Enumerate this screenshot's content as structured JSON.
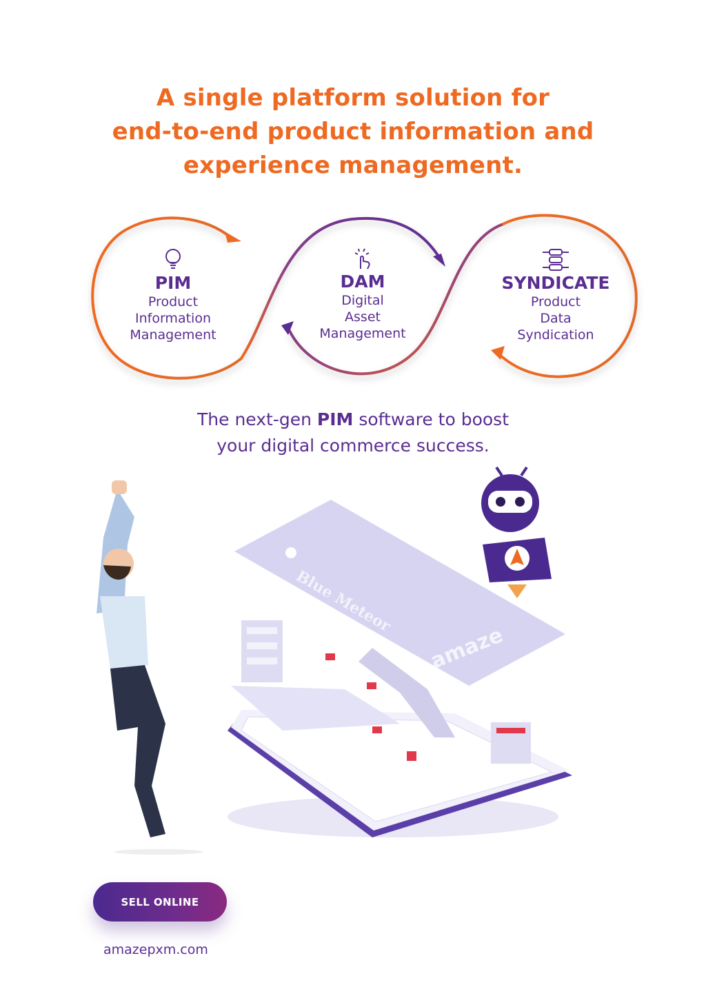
{
  "headline": {
    "line1": "A single platform solution for",
    "line2": "end-to-end product information and",
    "line3": "experience management."
  },
  "flow": {
    "nodes": [
      {
        "name": "PIM",
        "desc1": "Product",
        "desc2": "Information",
        "desc3": "Management",
        "icon": "lightbulb-icon"
      },
      {
        "name": "DAM",
        "desc1": "Digital",
        "desc2": "Asset",
        "desc3": "Management",
        "icon": "touch-icon"
      },
      {
        "name": "SYNDICATE",
        "desc1": "Product",
        "desc2": "Data",
        "desc3": "Syndication",
        "icon": "database-icon"
      }
    ]
  },
  "tagline": {
    "line1_prefix": "The next-gen ",
    "line1_bold": "PIM",
    "line1_suffix": " software to boost",
    "line2": "your digital commerce success."
  },
  "illustration": {
    "card_text": "Blue Meteor",
    "brand_text": "amaze"
  },
  "cta": {
    "label": "SELL ONLINE"
  },
  "footer": {
    "url": "amazepxm.com"
  },
  "colors": {
    "orange": "#ee6a22",
    "purple": "#5a2d91",
    "lavender": "#c8c6ec"
  }
}
